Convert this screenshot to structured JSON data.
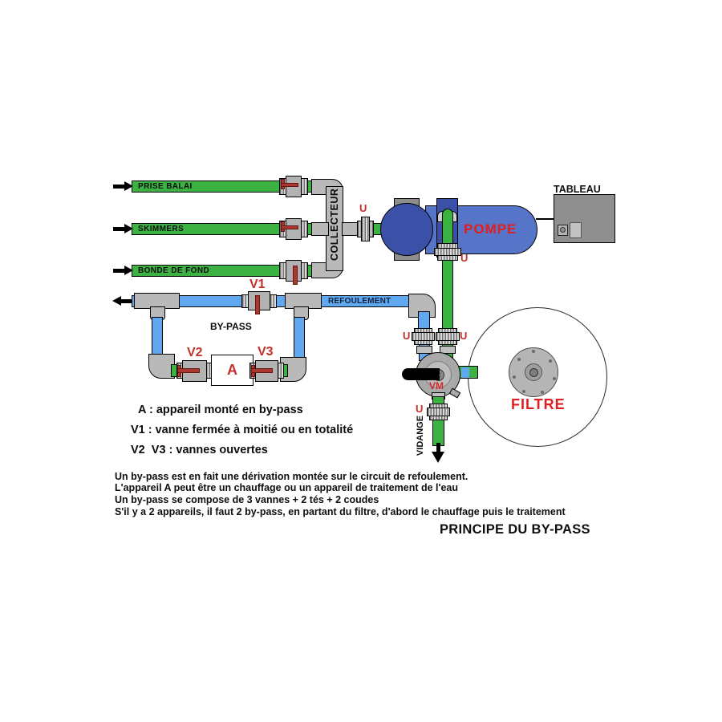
{
  "title": "PRINCIPE DU BY-PASS",
  "diagram": {
    "suction_lines": [
      {
        "label": "PRISE BALAI"
      },
      {
        "label": "SKIMMERS"
      },
      {
        "label": "BONDE DE FOND"
      }
    ],
    "collector_label": "COLLECTEUR",
    "union_label": "U",
    "pump_label": "POMPE",
    "panel_label": "TABLEAU",
    "filter_label": "FILTRE",
    "multiport_valve_label": "VM",
    "drain_label": "VIDANGE",
    "bypass": {
      "label": "BY-PASS",
      "discharge_label": "REFOULEMENT",
      "valve1": "V1",
      "valve2": "V2",
      "valve3": "V3",
      "appliance": "A"
    }
  },
  "legend": [
    "A : appareil monté en by-pass",
    "V1 : vanne fermée à moitié ou en totalité",
    "V2  V3 : vannes ouvertes"
  ],
  "notes": [
    "Un by-pass est en fait une dérivation montée sur le circuit de refoulement.",
    "L'appareil A peut être un chauffage ou un appareil de traitement de l'eau",
    "Un by-pass se compose de 3 vannes + 2 tés + 2 coudes",
    "S'il y a 2 appareils, il faut 2 by-pass, en partant du filtre, d'abord le chauffage puis le traitement"
  ],
  "colors": {
    "pipe_green": "#3cb243",
    "pipe_blue": "#60a8f0",
    "fitting_gray": "#b9b9b9",
    "pump_body_blue": "#5674c8",
    "pump_dark_blue": "#3b51a8",
    "label_red": "#c5302a",
    "bright_red": "#e51c1c"
  }
}
